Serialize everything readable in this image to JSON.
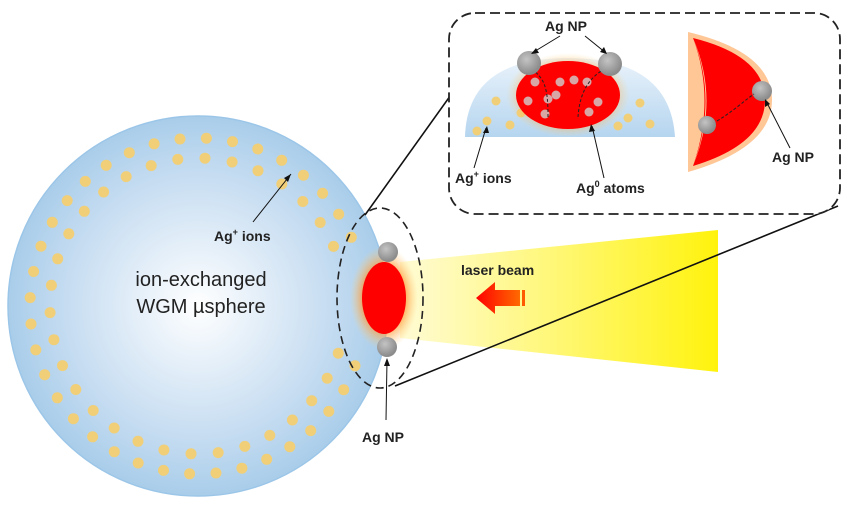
{
  "labels": {
    "sphere_line1": "ion-exchanged",
    "sphere_line2": "WGM µsphere",
    "ag_ions_main": "Ag",
    "ag_ions_main_sup": "+",
    "ag_ions_main_suffix": " ions",
    "laser_beam": "laser beam",
    "ag_np_bottom": "Ag NP",
    "inset_ag_np_top": "Ag NP",
    "inset_ag_ions": "Ag",
    "inset_ag_ions_sup": "+",
    "inset_ag_ions_suffix": " ions",
    "inset_ag0_atoms": "Ag",
    "inset_ag0_sup": "0",
    "inset_ag0_suffix": " atoms",
    "inset_ag_np_right": "Ag NP"
  },
  "colors": {
    "sphere_center": "#ffffff",
    "sphere_edge": "#a9cdea",
    "ion_dot": "#f0cf78",
    "hot_spot": "#ff0000",
    "glow": "#ff9a3c",
    "nanoparticle": "#9e9e9e",
    "laser": "#fff200",
    "arrow": "#ff1a00"
  }
}
